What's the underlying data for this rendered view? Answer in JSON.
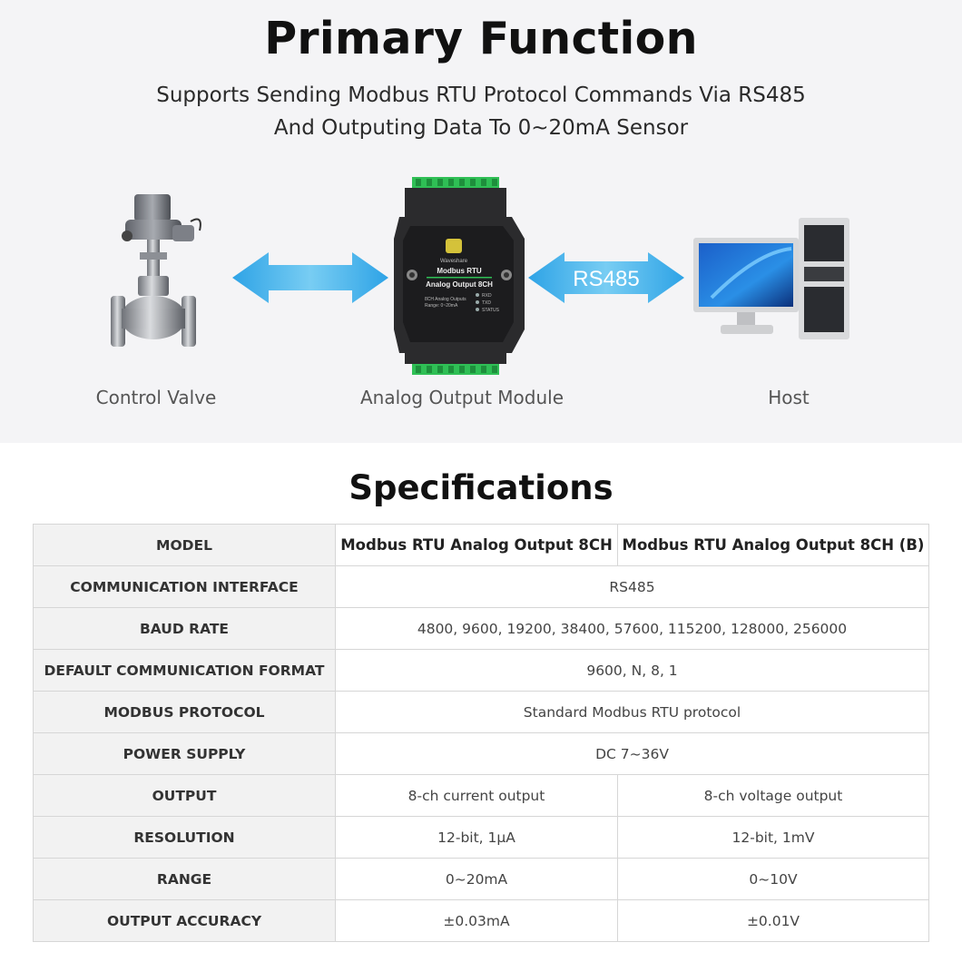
{
  "hero": {
    "title": "Primary Function",
    "subtitle_line1": "Supports Sending Modbus RTU Protocol Commands Via RS485",
    "subtitle_line2": "And Outputing Data To 0~20mA Sensor",
    "arrow_label": "RS485",
    "captions": {
      "valve": "Control Valve",
      "module": "Analog Output Module",
      "host": "Host"
    },
    "module_print": {
      "brand": "Waveshare",
      "name_line1": "Modbus RTU",
      "name_line2": "Analog Output 8CH",
      "desc_line1": "8CH Analog Outputs",
      "desc_line2": "Range: 0~20mA",
      "led_rxd": "RXD",
      "led_txd": "TXD",
      "led_status": "STATUS"
    },
    "colors": {
      "arrow": "#3aaee8",
      "terminal_green": "#2fbf55",
      "module_body": "#2b2b2d"
    }
  },
  "specs": {
    "title": "Specifications",
    "header": {
      "label": "MODEL",
      "col1": "Modbus RTU Analog Output 8CH",
      "col2": "Modbus RTU Analog Output 8CH (B)"
    },
    "rows": [
      {
        "label": "COMMUNICATION INTERFACE",
        "value": "RS485"
      },
      {
        "label": "BAUD RATE",
        "value": "4800, 9600, 19200, 38400, 57600, 115200, 128000, 256000"
      },
      {
        "label": "DEFAULT COMMUNICATION FORMAT",
        "value": "9600, N, 8, 1"
      },
      {
        "label": "MODBUS PROTOCOL",
        "value": "Standard Modbus RTU protocol"
      },
      {
        "label": "POWER SUPPLY",
        "value": "DC 7~36V"
      },
      {
        "label": "OUTPUT",
        "col1": "8-ch current output",
        "col2": "8-ch voltage output"
      },
      {
        "label": "RESOLUTION",
        "col1": "12-bit, 1μA",
        "col2": "12-bit, 1mV"
      },
      {
        "label": "RANGE",
        "col1": "0~20mA",
        "col2": "0~10V"
      },
      {
        "label": "OUTPUT ACCURACY",
        "col1": "±0.03mA",
        "col2": "±0.01V"
      }
    ]
  }
}
